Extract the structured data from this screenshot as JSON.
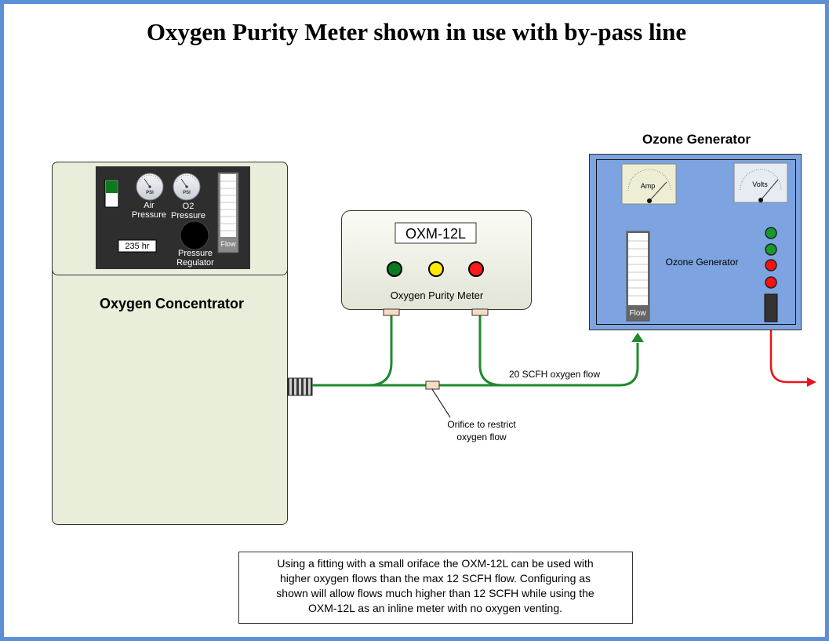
{
  "title": "Oxygen Purity Meter shown in use with by-pass line",
  "concentrator": {
    "label": "Oxygen Concentrator",
    "gauge_unit": "PSI",
    "air_pressure_line1": "Air",
    "air_pressure_line2": "Pressure",
    "o2_pressure_line1": "O2",
    "o2_pressure_line2": "Pressure",
    "hours": "235 hr",
    "regulator_line1": "Pressure",
    "regulator_line2": "Regulator",
    "flow_label": "Flow"
  },
  "meter": {
    "model": "OXM-12L",
    "label": "Oxygen Purity Meter",
    "leds": [
      "#0a7a1e",
      "#ffea00",
      "#ff1a1a"
    ]
  },
  "ozone": {
    "header": "Ozone Generator",
    "inner_label": "Ozone Generator",
    "amp_label": "Amp",
    "volts_label": "Volts",
    "flow_label": "Flow",
    "leds": [
      "#169a2e",
      "#169a2e",
      "#ff1010",
      "#ff1010"
    ]
  },
  "flow_label": "20 SCFH oxygen flow",
  "orifice_line1": "Orifice to restrict",
  "orifice_line2": "oxygen flow",
  "note_lines": [
    "Using a fitting with a small oriface the OXM-12L can be used with",
    "higher oxygen flows than the max 12 SCFH flow.  Configuring as",
    "shown will allow flows much higher than 12 SCFH while using the",
    "OXM-12L as an inline meter with no oxygen venting."
  ],
  "colors": {
    "frame": "#5b8fd6",
    "oxygen_line": "#1f8a2e",
    "ozone_out": "#e8141b",
    "concentrator_fill": "#e8eed9",
    "ozone_fill": "#7da4e0"
  }
}
